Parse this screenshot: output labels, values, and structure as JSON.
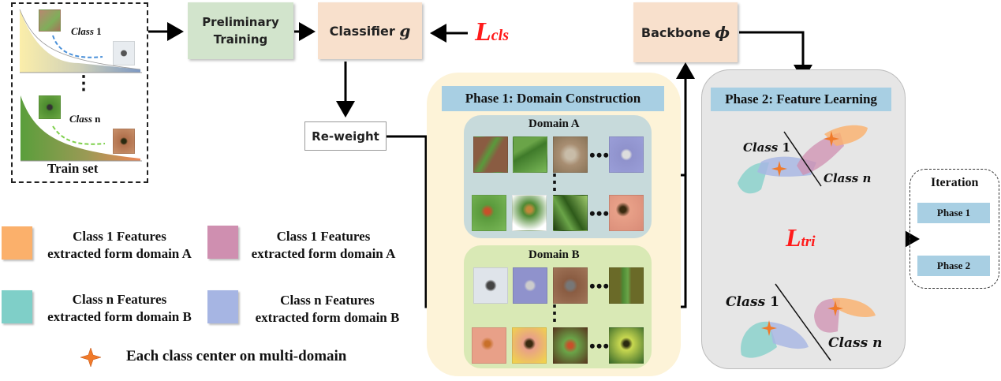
{
  "train_set": {
    "label": "Train set",
    "class_top": {
      "prefix": "Class",
      "suffix": "1"
    },
    "class_bottom": {
      "prefix": "Class",
      "suffix": "n"
    },
    "ellipsis": "⋮"
  },
  "flow": {
    "preliminary_training": "Preliminary Training",
    "classifier": "Classifier",
    "classifier_symbol": "g",
    "loss_cls": {
      "main": "L",
      "sub": "cls",
      "color": "#ff1a1a"
    },
    "reweight": "Re-weight",
    "backbone": "Backbone",
    "backbone_symbol": "ϕ"
  },
  "phase1": {
    "title": "Phase 1: Domain Construction",
    "domain_a": {
      "title": "Domain A"
    },
    "domain_b": {
      "title": "Domain B"
    },
    "row_ellipsis": "•••",
    "col_ellipsis": "⋮"
  },
  "phase2": {
    "title": "Phase 2: Feature Learning",
    "class1": {
      "prefix": "Class",
      "suffix": "1"
    },
    "classn": {
      "prefix": "Class",
      "suffix": "n"
    },
    "loss_tri": {
      "main": "L",
      "sub": "tri",
      "color": "#ff1a1a"
    }
  },
  "iteration": {
    "title": "Iteration",
    "phase1": "Phase 1",
    "phase2": "Phase 2"
  },
  "legend": {
    "items": [
      {
        "line1": "Class 1 Features",
        "line2": "extracted form  domain A",
        "color": "#fbb06b"
      },
      {
        "line1": "Class 1 Features",
        "line2": "extracted form  domain A",
        "color": "#cf8fb0"
      },
      {
        "line1": "Class n Features",
        "line2": "extracted form  domain B",
        "color": "#7fcfc8"
      },
      {
        "line1": "Class n Features",
        "line2": "extracted form  domain B",
        "color": "#a6b5e3"
      }
    ],
    "center": {
      "label": "Each class center on multi-domain",
      "color": "#f07a2a"
    }
  },
  "colors": {
    "green_box": "#d2e4cc",
    "peach_box": "#f8e0cc",
    "phase1_bg": "#fdf3d8",
    "domain_a_bg": "#c7dadb",
    "domain_b_bg": "#d9e9b5",
    "phase2_bg": "#e6e6e6",
    "tag_blue": "#a8cfe3"
  }
}
